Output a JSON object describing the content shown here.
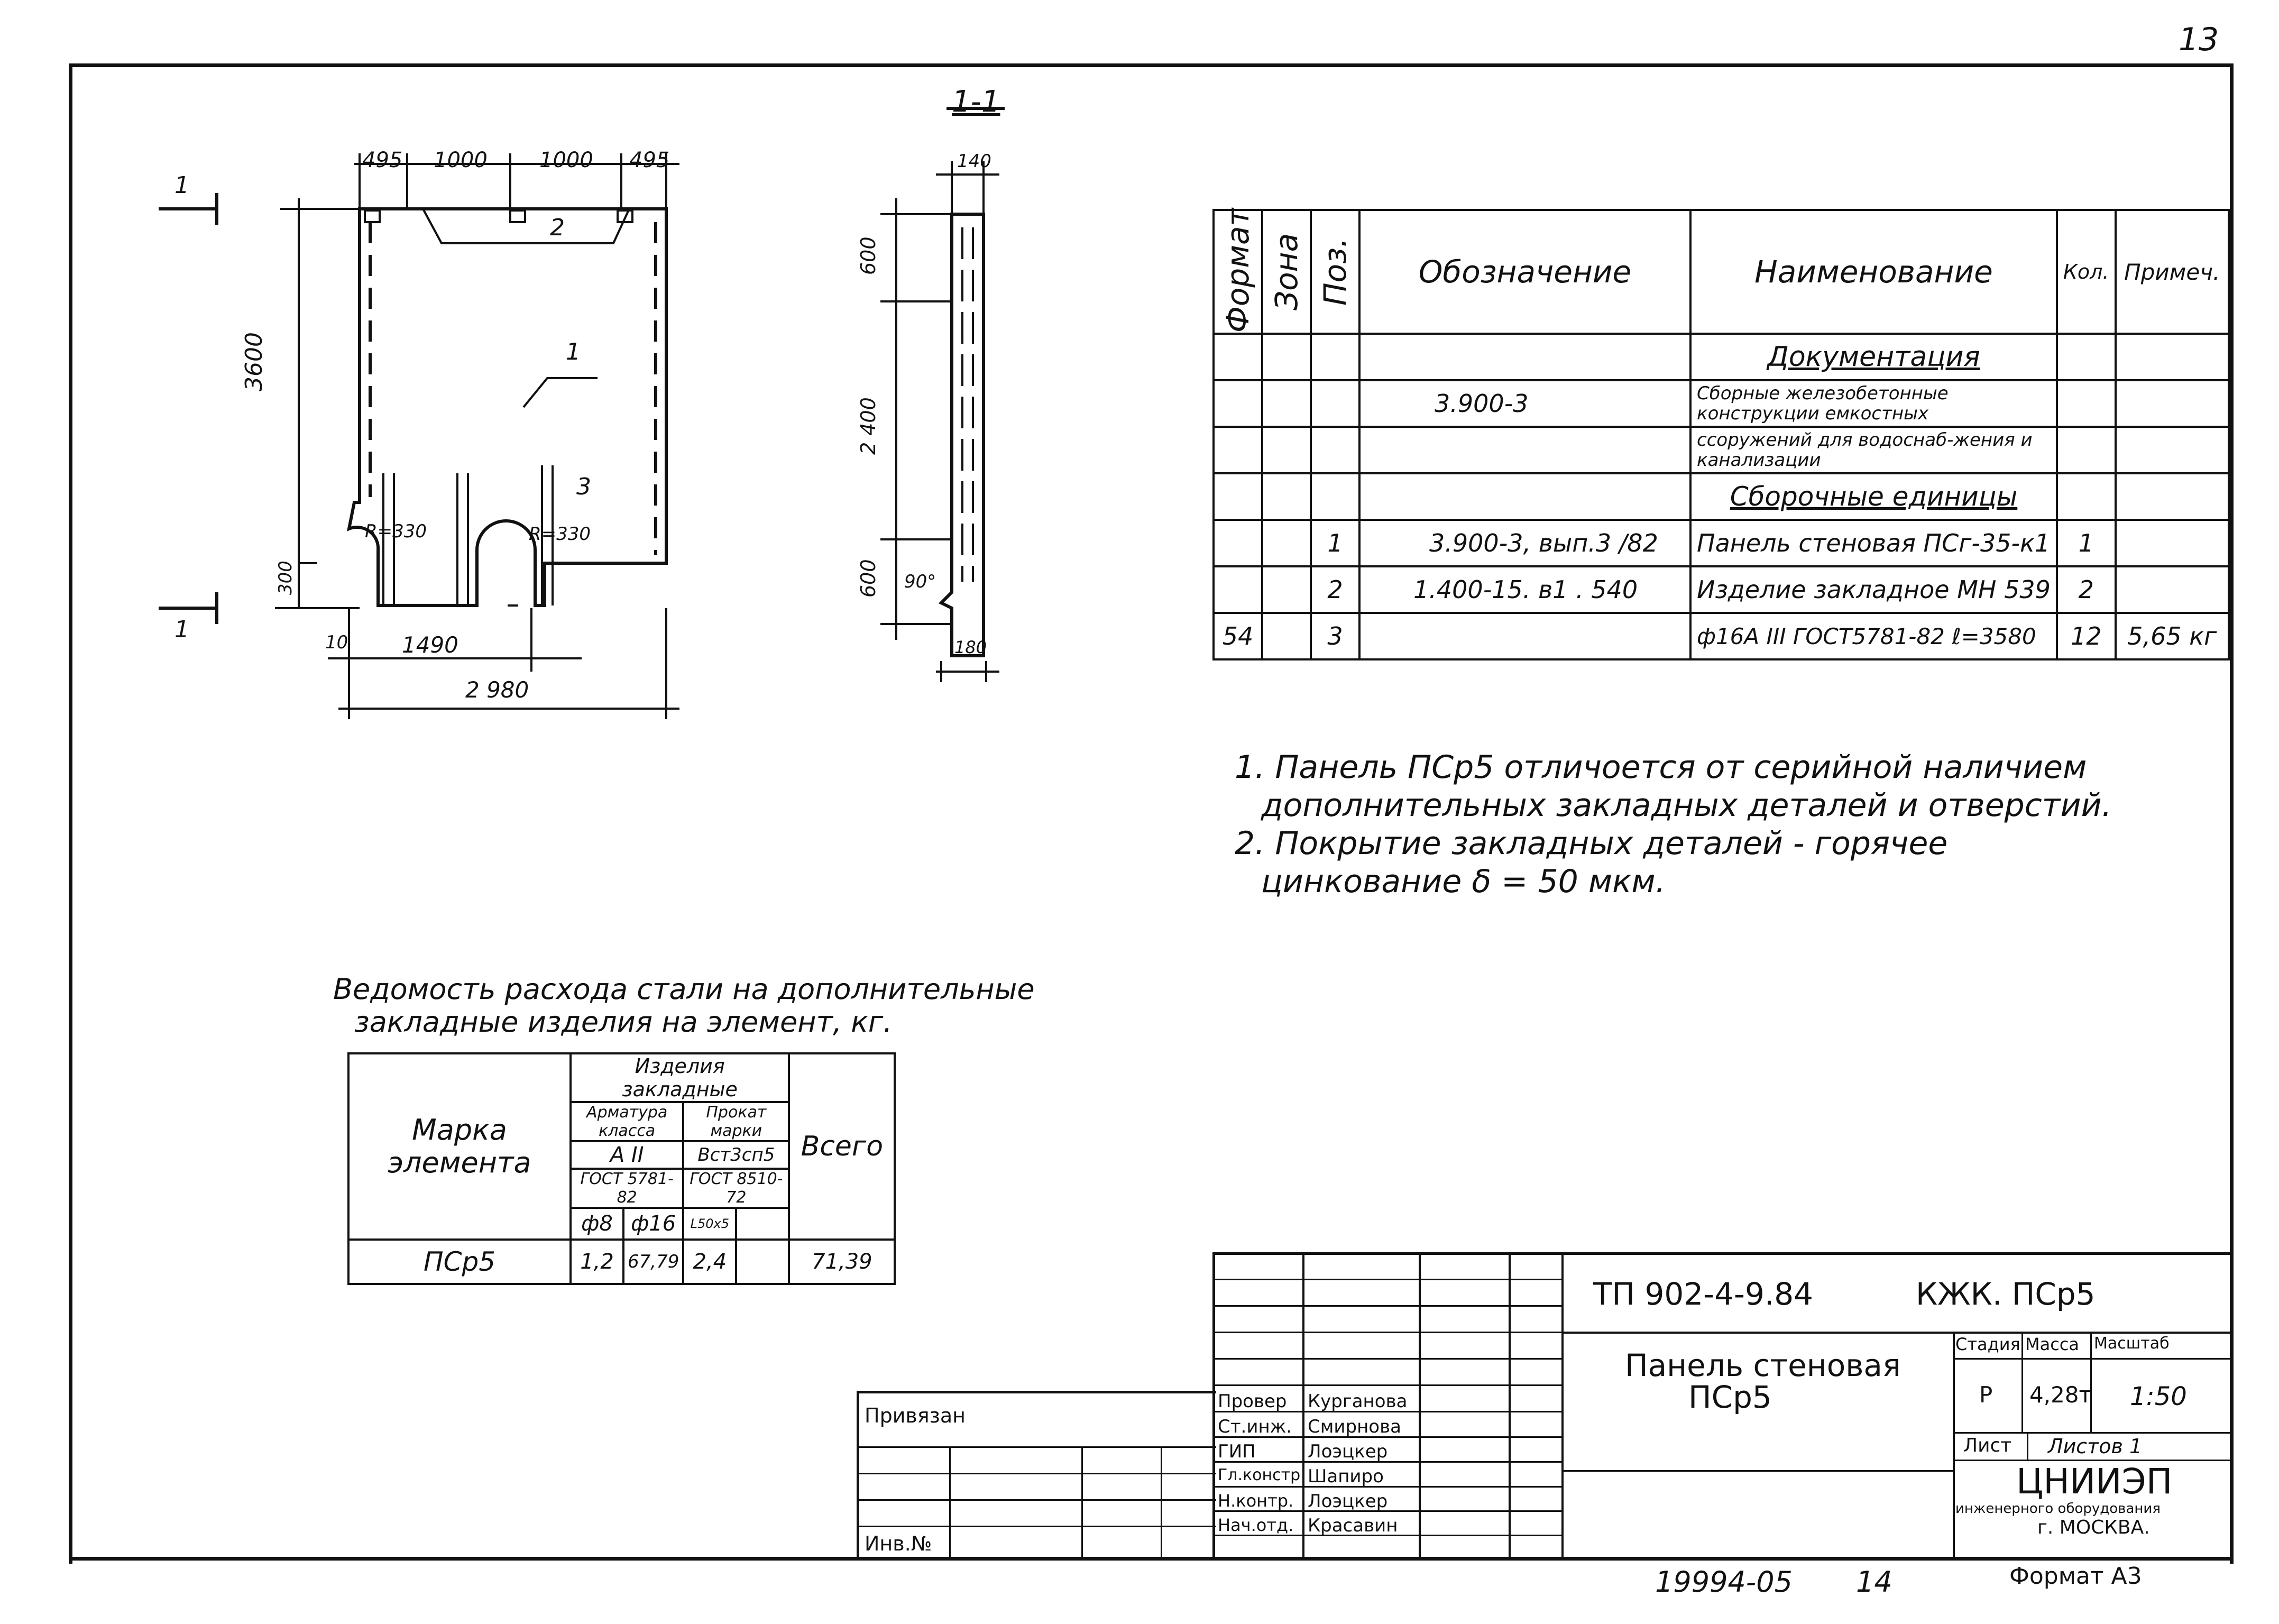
{
  "page_number": "13",
  "section_label": "1-1",
  "dims": {
    "top": [
      "495",
      "1000",
      "1000",
      "495"
    ],
    "height": "3600",
    "bottom_small": "300",
    "bottom_left": "10",
    "bottom_half": "1490",
    "bottom_total": "2 980",
    "callout_1": "1",
    "callout_2": "2",
    "callout_3": "3",
    "radius_left": "R=330",
    "radius_right": "R=330",
    "section_marks": [
      "1",
      "1"
    ],
    "sec_top": "140",
    "sec_600_top": "600",
    "sec_2400": "2 400",
    "sec_600_bot": "600",
    "sec_angle": "90°",
    "sec_bottom": "180"
  },
  "spec_table": {
    "headers": [
      "Формат",
      "Зона",
      "Поз.",
      "Обозначение",
      "Наименование",
      "Кол.",
      "Примеч."
    ],
    "rows": [
      {
        "format": "",
        "zone": "",
        "pos": "",
        "designation": "",
        "name": "Документация",
        "qty": "",
        "note": ""
      },
      {
        "format": "",
        "zone": "",
        "pos": "",
        "designation": "3.900-3",
        "name": "Сборные железобетонные конструкции емкостных",
        "qty": "",
        "note": ""
      },
      {
        "format": "",
        "zone": "",
        "pos": "",
        "designation": "",
        "name": "ссоружений для водоснаб-жения и канализации",
        "qty": "",
        "note": ""
      },
      {
        "format": "",
        "zone": "",
        "pos": "",
        "designation": "",
        "name": "Сборочные единицы",
        "qty": "",
        "note": ""
      },
      {
        "format": "",
        "zone": "",
        "pos": "1",
        "designation": "3.900-3, вып.3 /82",
        "name": "Панель стеновая ПСг-35-к1",
        "qty": "1",
        "note": ""
      },
      {
        "format": "",
        "zone": "",
        "pos": "2",
        "designation": "1.400-15. в1 . 540",
        "name": "Изделие закладное МН 539",
        "qty": "2",
        "note": ""
      },
      {
        "format": "54",
        "zone": "",
        "pos": "3",
        "designation": "",
        "name": "ф16А III ГОСТ5781-82 ℓ=3580",
        "qty": "12",
        "note": "5,65 кг"
      }
    ]
  },
  "notes": [
    "1. Панель ПСр5 отличоется от серийной наличием",
    "дополнительных закладных деталей и отверстий.",
    "2. Покрытие закладных деталей - горячее",
    "цинкование δ = 50 мкм."
  ],
  "steel_title": [
    "Ведомость расхода стали на дополнительные",
    "закладные изделия на элемент, кг."
  ],
  "steel_table": {
    "mark_header": "Марка элемента",
    "group_header": "Изделия закладные",
    "armature_header": "Арматура класса",
    "rolled_header": "Прокат марки",
    "class_value": "А II",
    "steel_grade": "Вст3сп5",
    "gost_1": "ГОСТ 5781-82",
    "gost_2": "ГОСТ 8510-72",
    "d8": "ф8",
    "d16": "ф16",
    "angle": "L50x5",
    "total_header": "Всего",
    "row": {
      "mark": "ПСр5",
      "v1": "1,2",
      "v2": "67,79",
      "v3": "2,4",
      "v4": "",
      "total": "71,39"
    }
  },
  "title_block": {
    "code": "ТП 902-4-9.84",
    "doc_code": "КЖК. ПСр5",
    "title_1": "Панель стеновая",
    "title_2": "ПСр5",
    "stage_label": "Стадия",
    "mass_label": "Масса",
    "scale_label": "Масштаб",
    "stage": "Р",
    "mass": "4,28т",
    "scale": "1:50",
    "sheet_label": "Лист",
    "sheets_label": "Листов 1",
    "org": "ЦНИИЭП",
    "org_sub": "инженерного оборудования",
    "city": "г. МОСКВА.",
    "binding": "Привязан",
    "inv": "Инв.№",
    "people": [
      {
        "role": "Провер",
        "name": "Курганова"
      },
      {
        "role": "Ст.инж.",
        "name": "Смирнова"
      },
      {
        "role": "ГИП",
        "name": "Лоэцкер"
      },
      {
        "role": "Гл.констр",
        "name": "Шапиро"
      },
      {
        "role": "Н.контр.",
        "name": "Лоэцкер"
      },
      {
        "role": "Нач.отд.",
        "name": "Красавин"
      }
    ]
  },
  "footer": {
    "number": "19994-05",
    "sheet": "14",
    "format": "Формат А3"
  }
}
